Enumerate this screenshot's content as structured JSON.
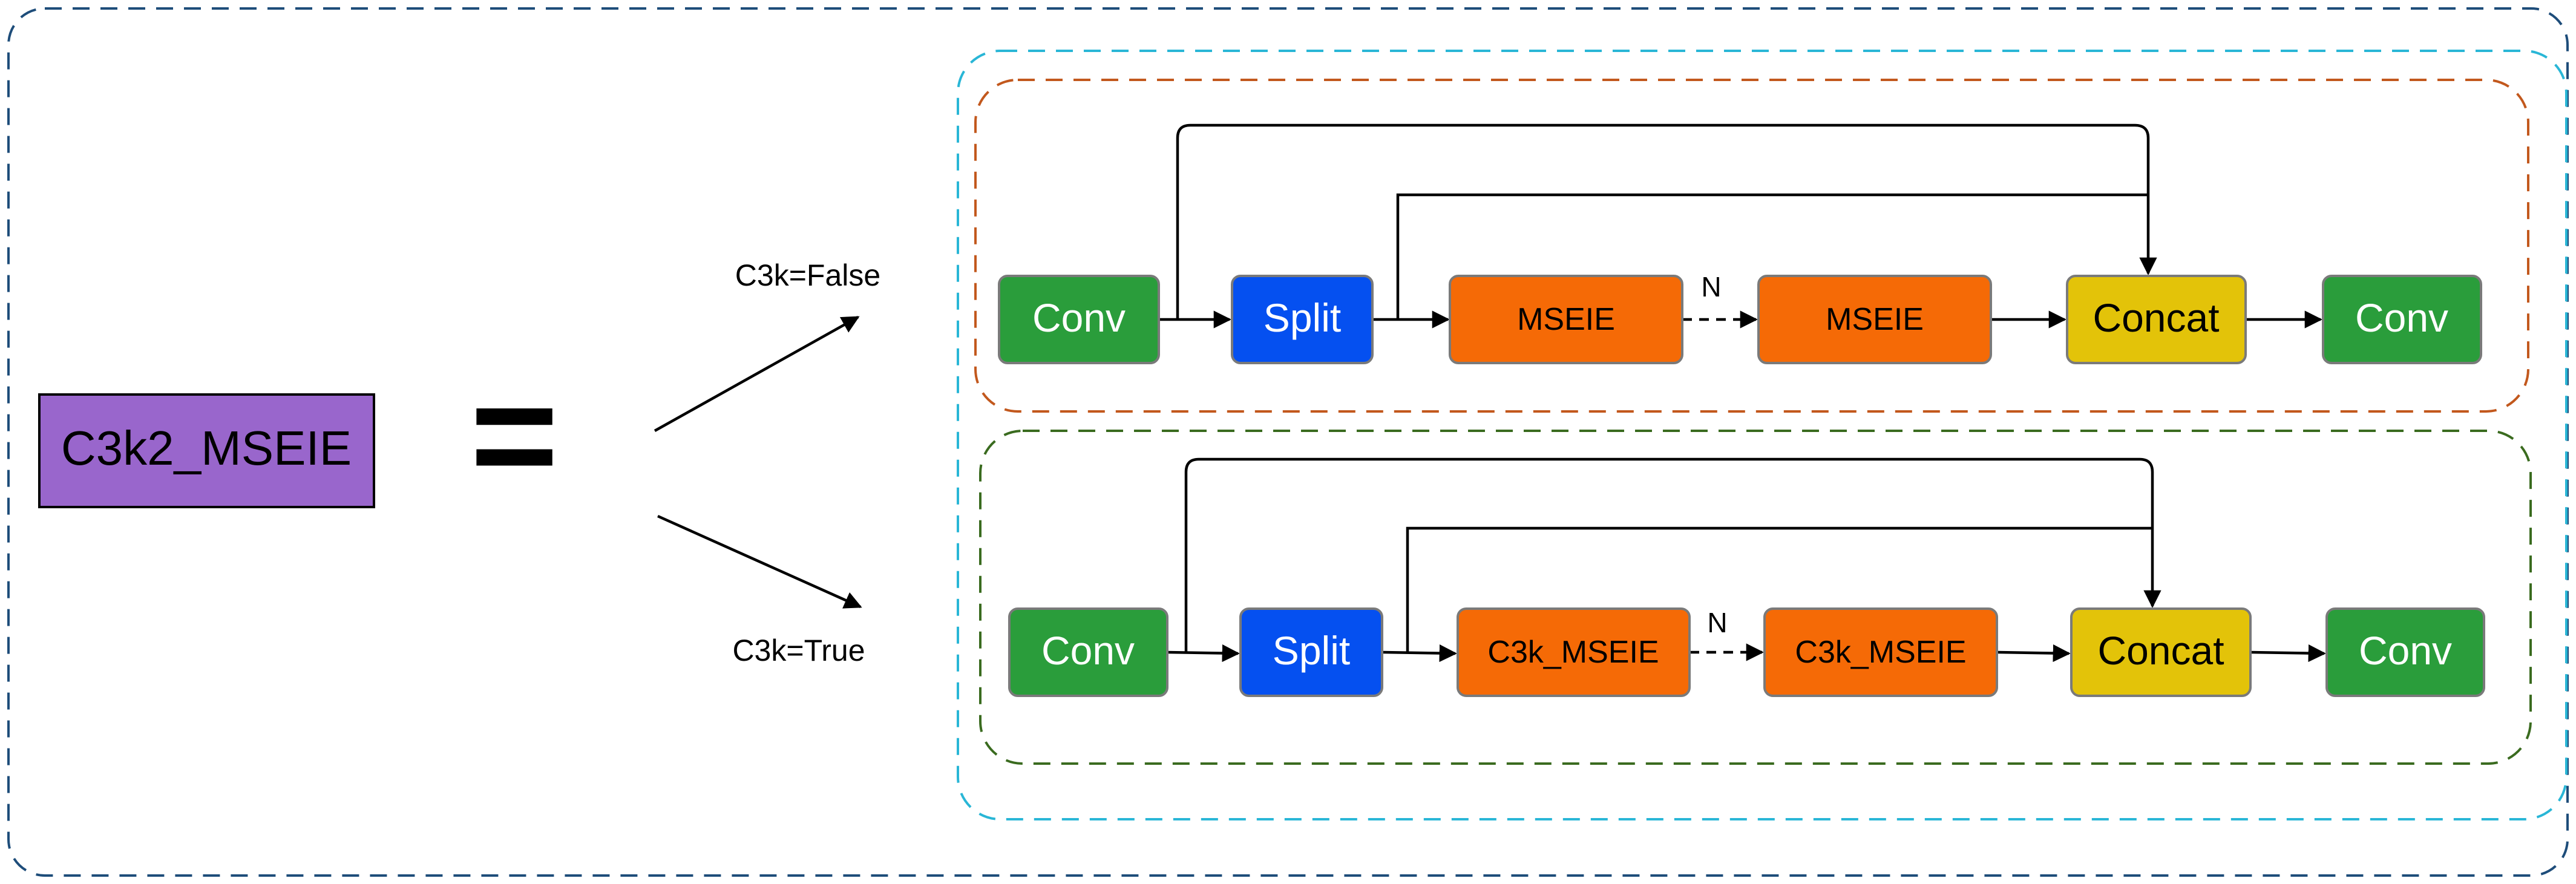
{
  "title_block": {
    "label": "C3k2_MSEIE",
    "color": "#9966cc"
  },
  "equals_sign": "=",
  "branches": [
    {
      "condition": "C3k=False",
      "frame_color": "#c2581d",
      "repeat_label": "N",
      "blocks": [
        {
          "label": "Conv",
          "color": "#2a9d3b",
          "text_color": "#ffffff"
        },
        {
          "label": "Split",
          "color": "#0550f0",
          "text_color": "#ffffff"
        },
        {
          "label": "MSEIE",
          "color": "#f56a06",
          "text_color": "#000000"
        },
        {
          "label": "MSEIE",
          "color": "#f56a06",
          "text_color": "#000000"
        },
        {
          "label": "Concat",
          "color": "#e3c309",
          "text_color": "#000000"
        },
        {
          "label": "Conv",
          "color": "#2a9d3b",
          "text_color": "#ffffff"
        }
      ]
    },
    {
      "condition": "C3k=True",
      "frame_color": "#3a6b1f",
      "repeat_label": "N",
      "blocks": [
        {
          "label": "Conv",
          "color": "#2a9d3b",
          "text_color": "#ffffff"
        },
        {
          "label": "Split",
          "color": "#0550f0",
          "text_color": "#ffffff"
        },
        {
          "label": "C3k_MSEIE",
          "color": "#f56a06",
          "text_color": "#000000"
        },
        {
          "label": "C3k_MSEIE",
          "color": "#f56a06",
          "text_color": "#000000"
        },
        {
          "label": "Concat",
          "color": "#e3c309",
          "text_color": "#000000"
        },
        {
          "label": "Conv",
          "color": "#2a9d3b",
          "text_color": "#ffffff"
        }
      ]
    }
  ],
  "outer_frame_color": "#1e4d7a",
  "group_frame_color": "#29b6d6"
}
